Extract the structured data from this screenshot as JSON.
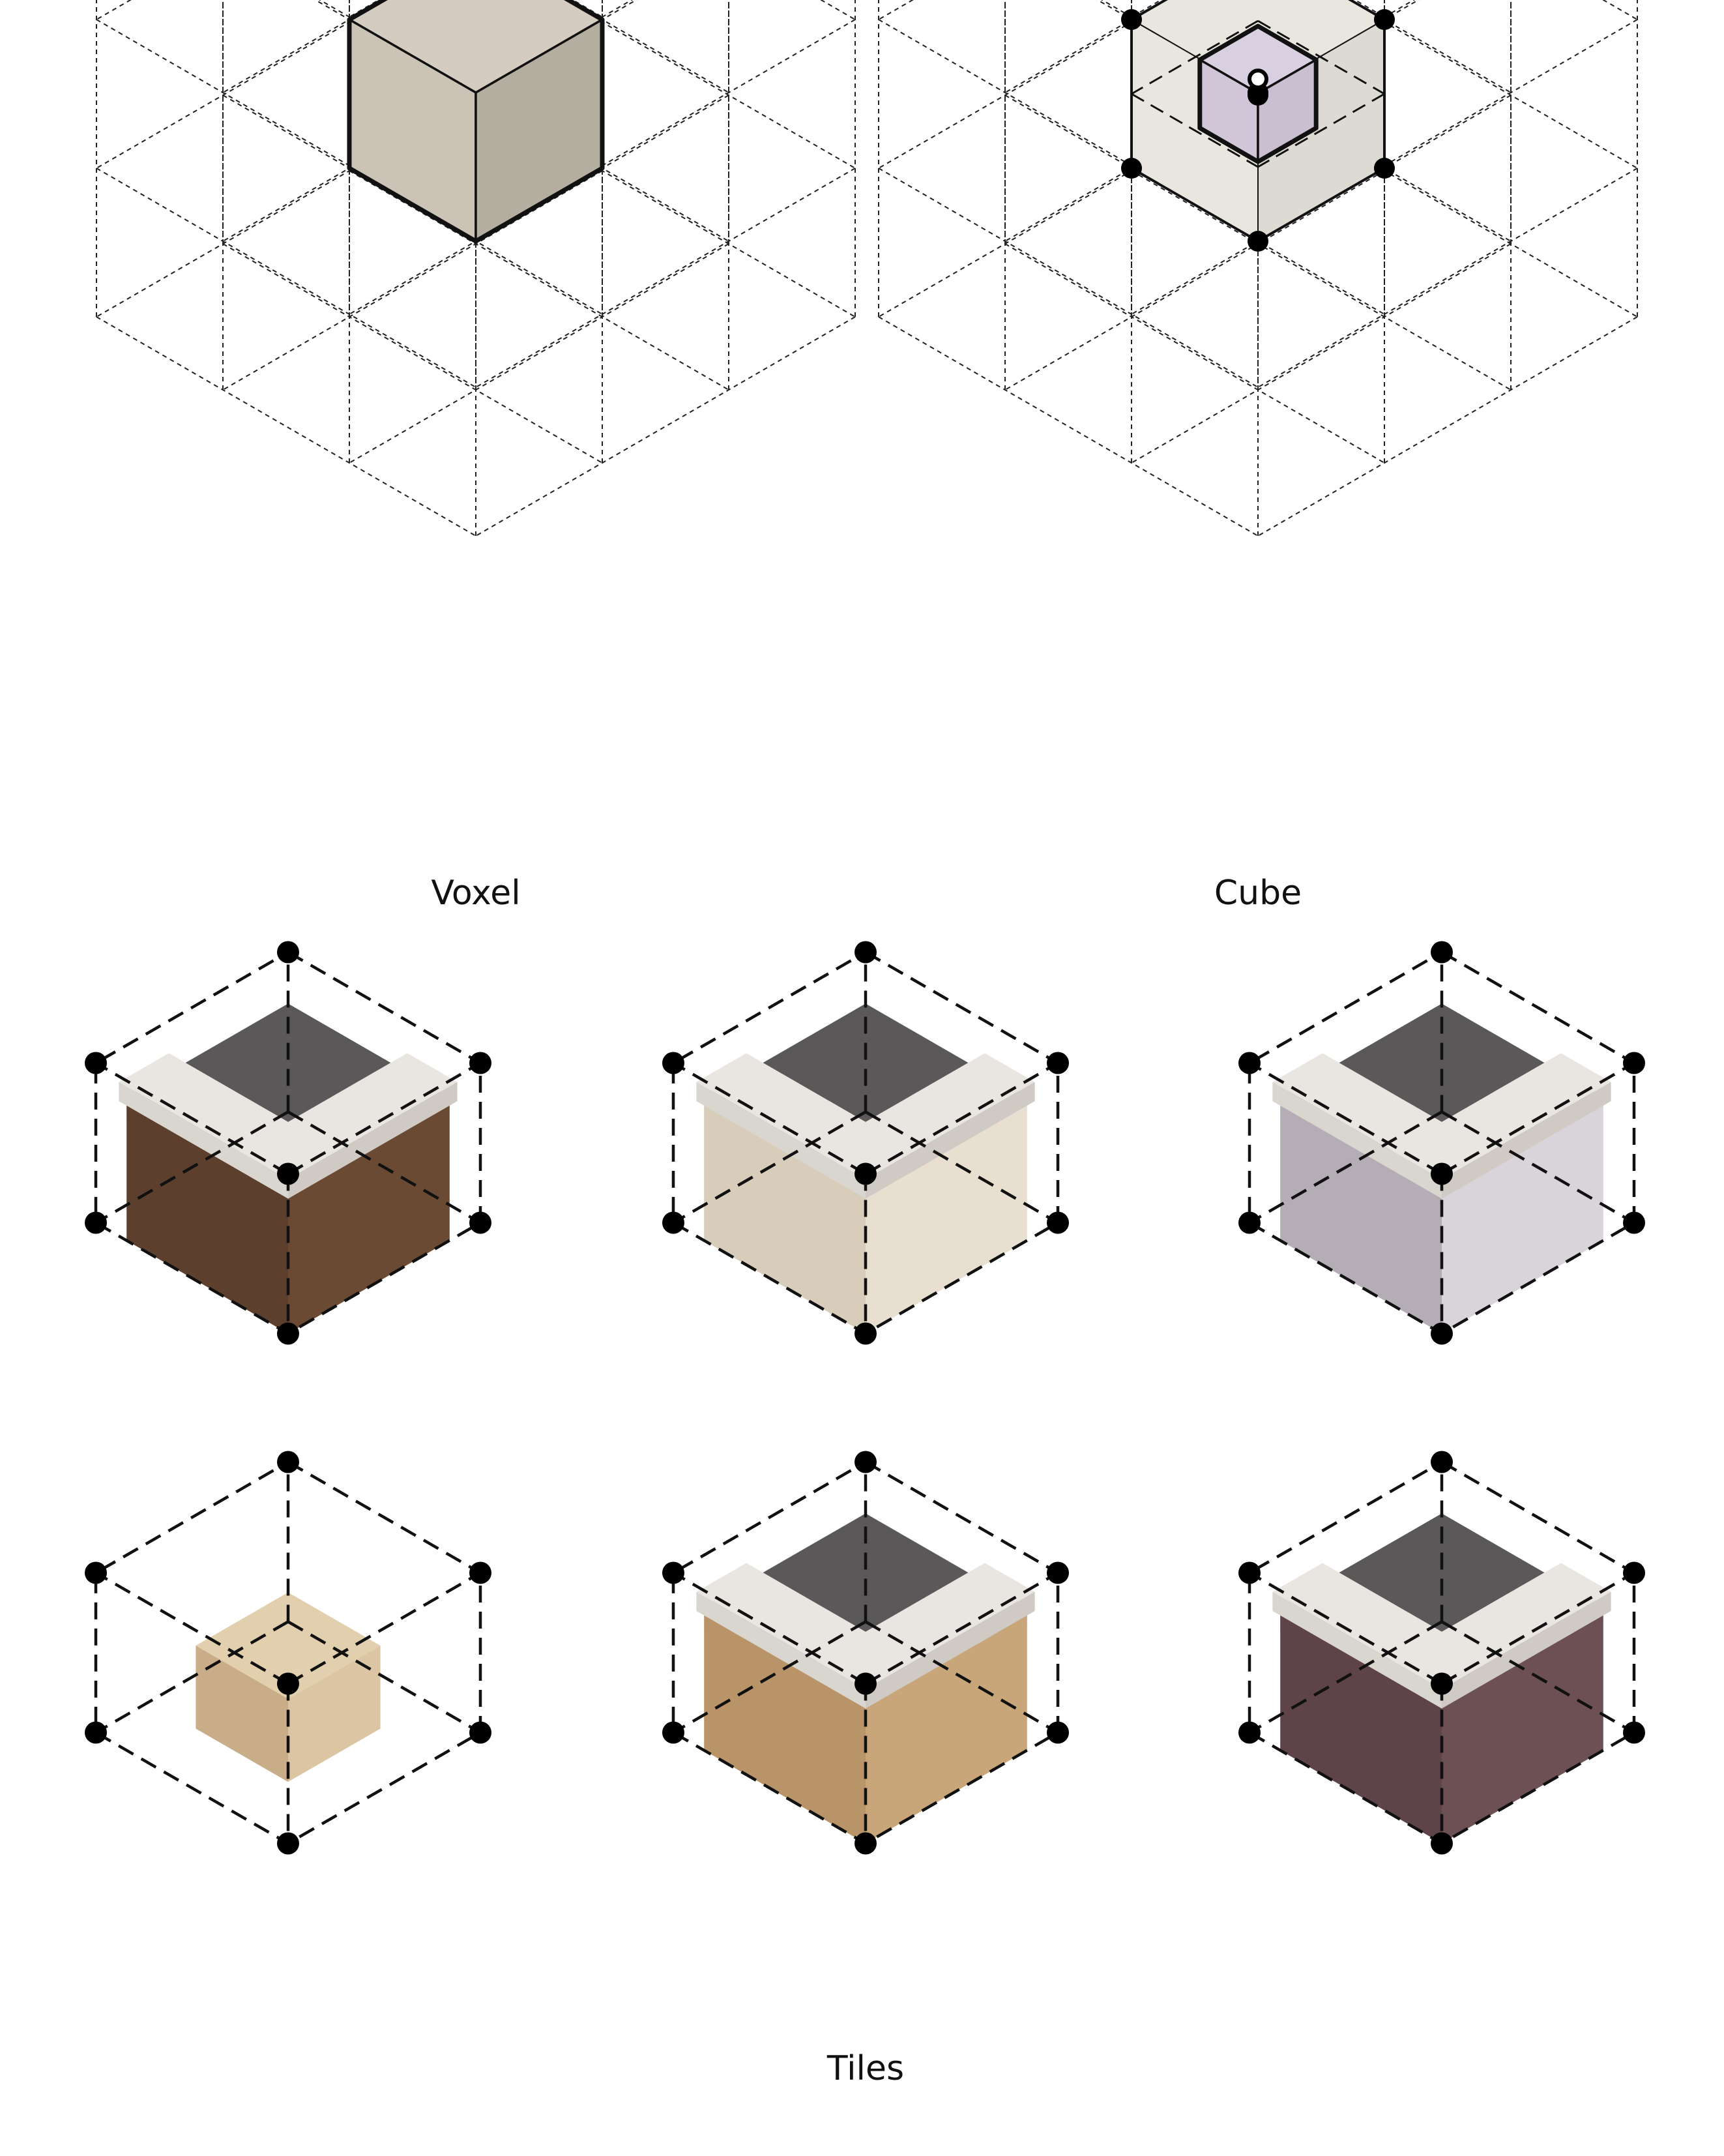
{
  "captions": {
    "voxel": "Voxel",
    "cube": "Cube",
    "tiles": "Tiles"
  },
  "colors": {
    "voxel_top": "#d5ccc1",
    "voxel_left": "#cbc3b6",
    "voxel_right": "#b3ae9f",
    "cube_outer": "#e8e6de",
    "cube_inner": "#d8cfe0",
    "cap": "#d9d5cf",
    "cap_top": "#e9e6e1",
    "top_hole": "#5a5858"
  },
  "tiles": [
    {
      "name": "brown-stone-corner-tile",
      "material": "brown-stone",
      "left": "#5c3f2c",
      "right": "#6b4a34",
      "capped": true
    },
    {
      "name": "cream-plaster-corner-tile",
      "material": "cream-plaster",
      "left": "#d8ccbb",
      "right": "#e8dfd1",
      "capped": true
    },
    {
      "name": "lavender-plaster-corner-tile",
      "material": "lavender-plaster",
      "left": "#b4adb6",
      "right": "#d8d4da",
      "capped": true
    },
    {
      "name": "small-sandstone-block-tile",
      "material": "sandstone",
      "left": "#c9ad88",
      "right": "#dcc5a2",
      "capped": false
    },
    {
      "name": "wood-cladding-corner-tile",
      "material": "wood-cladding",
      "left": "#b89468",
      "right": "#c8a67a",
      "capped": true
    },
    {
      "name": "brick-corner-tile",
      "material": "brick",
      "left": "#5e4448",
      "right": "#6d5053",
      "capped": true
    }
  ]
}
